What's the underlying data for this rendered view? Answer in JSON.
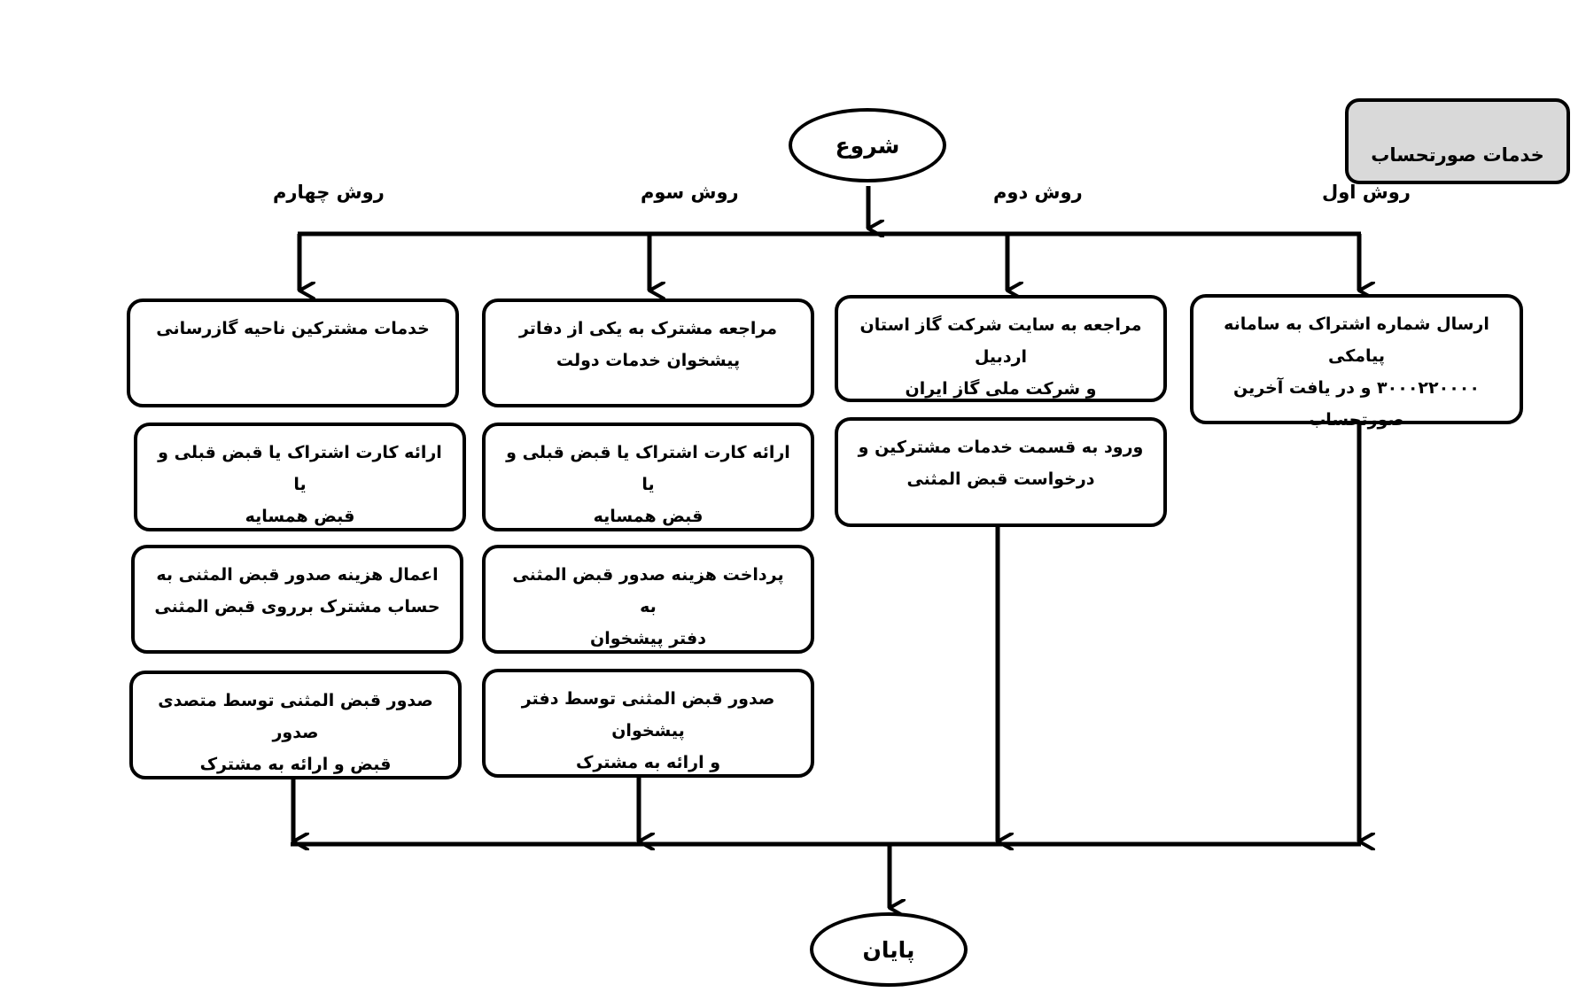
{
  "title": "خدمات صورتحساب",
  "start": "شروع",
  "end": "پایان",
  "methods": [
    {
      "label": "روش اول",
      "steps": [
        [
          "ارسال شماره اشتراک به سامانه پیامکی",
          "۳۰۰۰۲۲۰۰۰۰ و در یافت آخرین",
          "صورتحساب"
        ]
      ]
    },
    {
      "label": "روش دوم",
      "steps": [
        [
          "مراجعه به سایت شرکت گاز استان اردبیل",
          "و شرکت ملی گاز ایران"
        ],
        [
          "ورود به قسمت خدمات مشترکین و",
          "درخواست قبض المثنی"
        ]
      ]
    },
    {
      "label": "روش سوم",
      "steps": [
        [
          "مراجعه مشترک به یکی از دفاتر",
          "پیشخوان خدمات دولت"
        ],
        [
          "ارائه کارت اشتراک یا قبض قبلی و یا",
          "قبض همسایه"
        ],
        [
          "پرداخت هزینه صدور قبض المثنی به",
          "دفتر پیشخوان"
        ],
        [
          "صدور قبض المثنی توسط دفتر پیشخوان",
          "و ارائه به مشترک"
        ]
      ]
    },
    {
      "label": "روش چهارم",
      "steps": [
        [
          "خدمات مشترکین ناحیه گازرسانی"
        ],
        [
          "ارائه کارت اشتراک یا قبض قبلی و یا",
          "قبض همسایه"
        ],
        [
          "اعمال هزینه صدور قبض المثنی به",
          "حساب مشترک برروی قبض المثنی"
        ],
        [
          "صدور قبض المثنی توسط متصدی صدور",
          "قبض و ارائه به مشترک"
        ]
      ]
    }
  ]
}
